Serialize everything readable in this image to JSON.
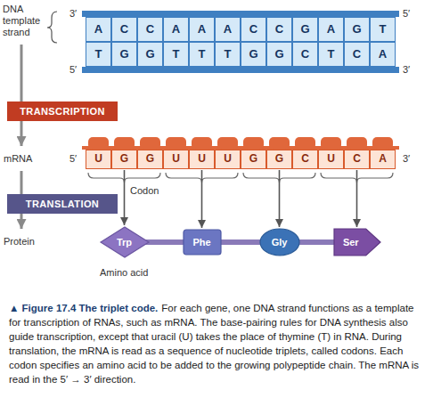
{
  "diagram": {
    "title": "▲ Figure 17.4 The triplet code.",
    "caption": "For each gene, one DNA strand functions as a template for transcription of RNAs, such as mRNA. The base-pairing rules for DNA synthesis also guide transcription, except that uracil (U) takes the place of thymine (T) in RNA. During translation, the mRNA is read as a sequence of nucleotide triplets, called codons. Each codon specifies an amino acid to be added to the growing polypeptide chain. The mRNA is read in the 5′ → 3′ direction.",
    "nodes": [
      {
        "text": [
          "A"
        ]
      },
      {
        "text": [
          "C"
        ]
      },
      {
        "text": [
          "C"
        ]
      },
      {
        "text": [
          "A"
        ]
      },
      {
        "text": [
          "A"
        ]
      },
      {
        "text": [
          "A"
        ]
      },
      {
        "text": [
          "C"
        ]
      },
      {
        "text": [
          "C"
        ]
      },
      {
        "text": [
          "G"
        ]
      },
      {
        "text": [
          "A"
        ]
      },
      {
        "text": [
          "G"
        ]
      },
      {
        "text": [
          "T"
        ]
      },
      {
        "text": [
          "T"
        ]
      },
      {
        "text": [
          "G"
        ]
      },
      {
        "text": [
          "G"
        ]
      },
      {
        "text": [
          "T"
        ]
      },
      {
        "text": [
          "T"
        ]
      },
      {
        "text": [
          "T"
        ]
      },
      {
        "text": [
          "G"
        ]
      },
      {
        "text": [
          "G"
        ]
      },
      {
        "text": [
          "C"
        ]
      },
      {
        "text": [
          "T"
        ]
      },
      {
        "text": [
          "C"
        ]
      },
      {
        "text": [
          "A"
        ]
      },
      {
        "text": [
          "TRANSCRIPTION"
        ]
      },
      {
        "text": [
          "U"
        ]
      },
      {
        "text": [
          "G"
        ]
      },
      {
        "text": [
          "G"
        ]
      },
      {
        "text": [
          "U"
        ]
      },
      {
        "text": [
          "U"
        ]
      },
      {
        "text": [
          "U"
        ]
      },
      {
        "text": [
          "G"
        ]
      },
      {
        "text": [
          "G"
        ]
      },
      {
        "text": [
          "C"
        ]
      },
      {
        "text": [
          "U"
        ]
      },
      {
        "text": [
          "C"
        ]
      },
      {
        "text": [
          "A"
        ]
      },
      {
        "text": [
          "TRANSLATION"
        ]
      },
      {
        "text": [
          "Trp"
        ]
      },
      {
        "text": [
          "Phe"
        ]
      },
      {
        "text": [
          "Gly"
        ]
      },
      {
        "text": [
          "Ser"
        ]
      }
    ],
    "edges": [
      {
        "from": 26,
        "to": 38,
        "arrow": "to"
      },
      {
        "from": 29,
        "to": 39,
        "arrow": "to"
      },
      {
        "from": 32,
        "to": 40,
        "arrow": "to"
      },
      {
        "from": 35,
        "to": 41,
        "arrow": "to"
      }
    ],
    "labels": [
      "DNA template strand",
      "3′",
      "5′",
      "5′",
      "3′",
      "mRNA",
      "5′",
      "3′",
      "Codon",
      "Protein",
      "Amino acid"
    ]
  }
}
